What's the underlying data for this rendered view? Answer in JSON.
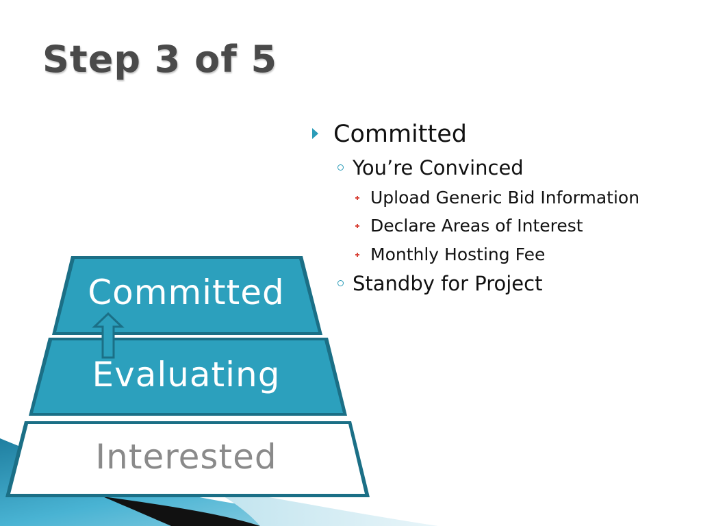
{
  "title": "Step 3 of 5",
  "bullets": {
    "level1": "Committed",
    "sub1": "You’re Convinced",
    "items": [
      "Upload Generic Bid Information",
      "Declare Areas of Interest",
      "Monthly Hosting Fee"
    ],
    "sub2": "Standby for Project"
  },
  "pyramid": {
    "top": "Committed",
    "middle": "Evaluating",
    "bottom": "Interested"
  },
  "colors": {
    "accent": "#2b9cb8",
    "tier_fill": "#2ca0bd",
    "tier_border": "#1b6f86",
    "bottom_text": "#8a8a8a",
    "bullet_red": "#d9453a"
  }
}
